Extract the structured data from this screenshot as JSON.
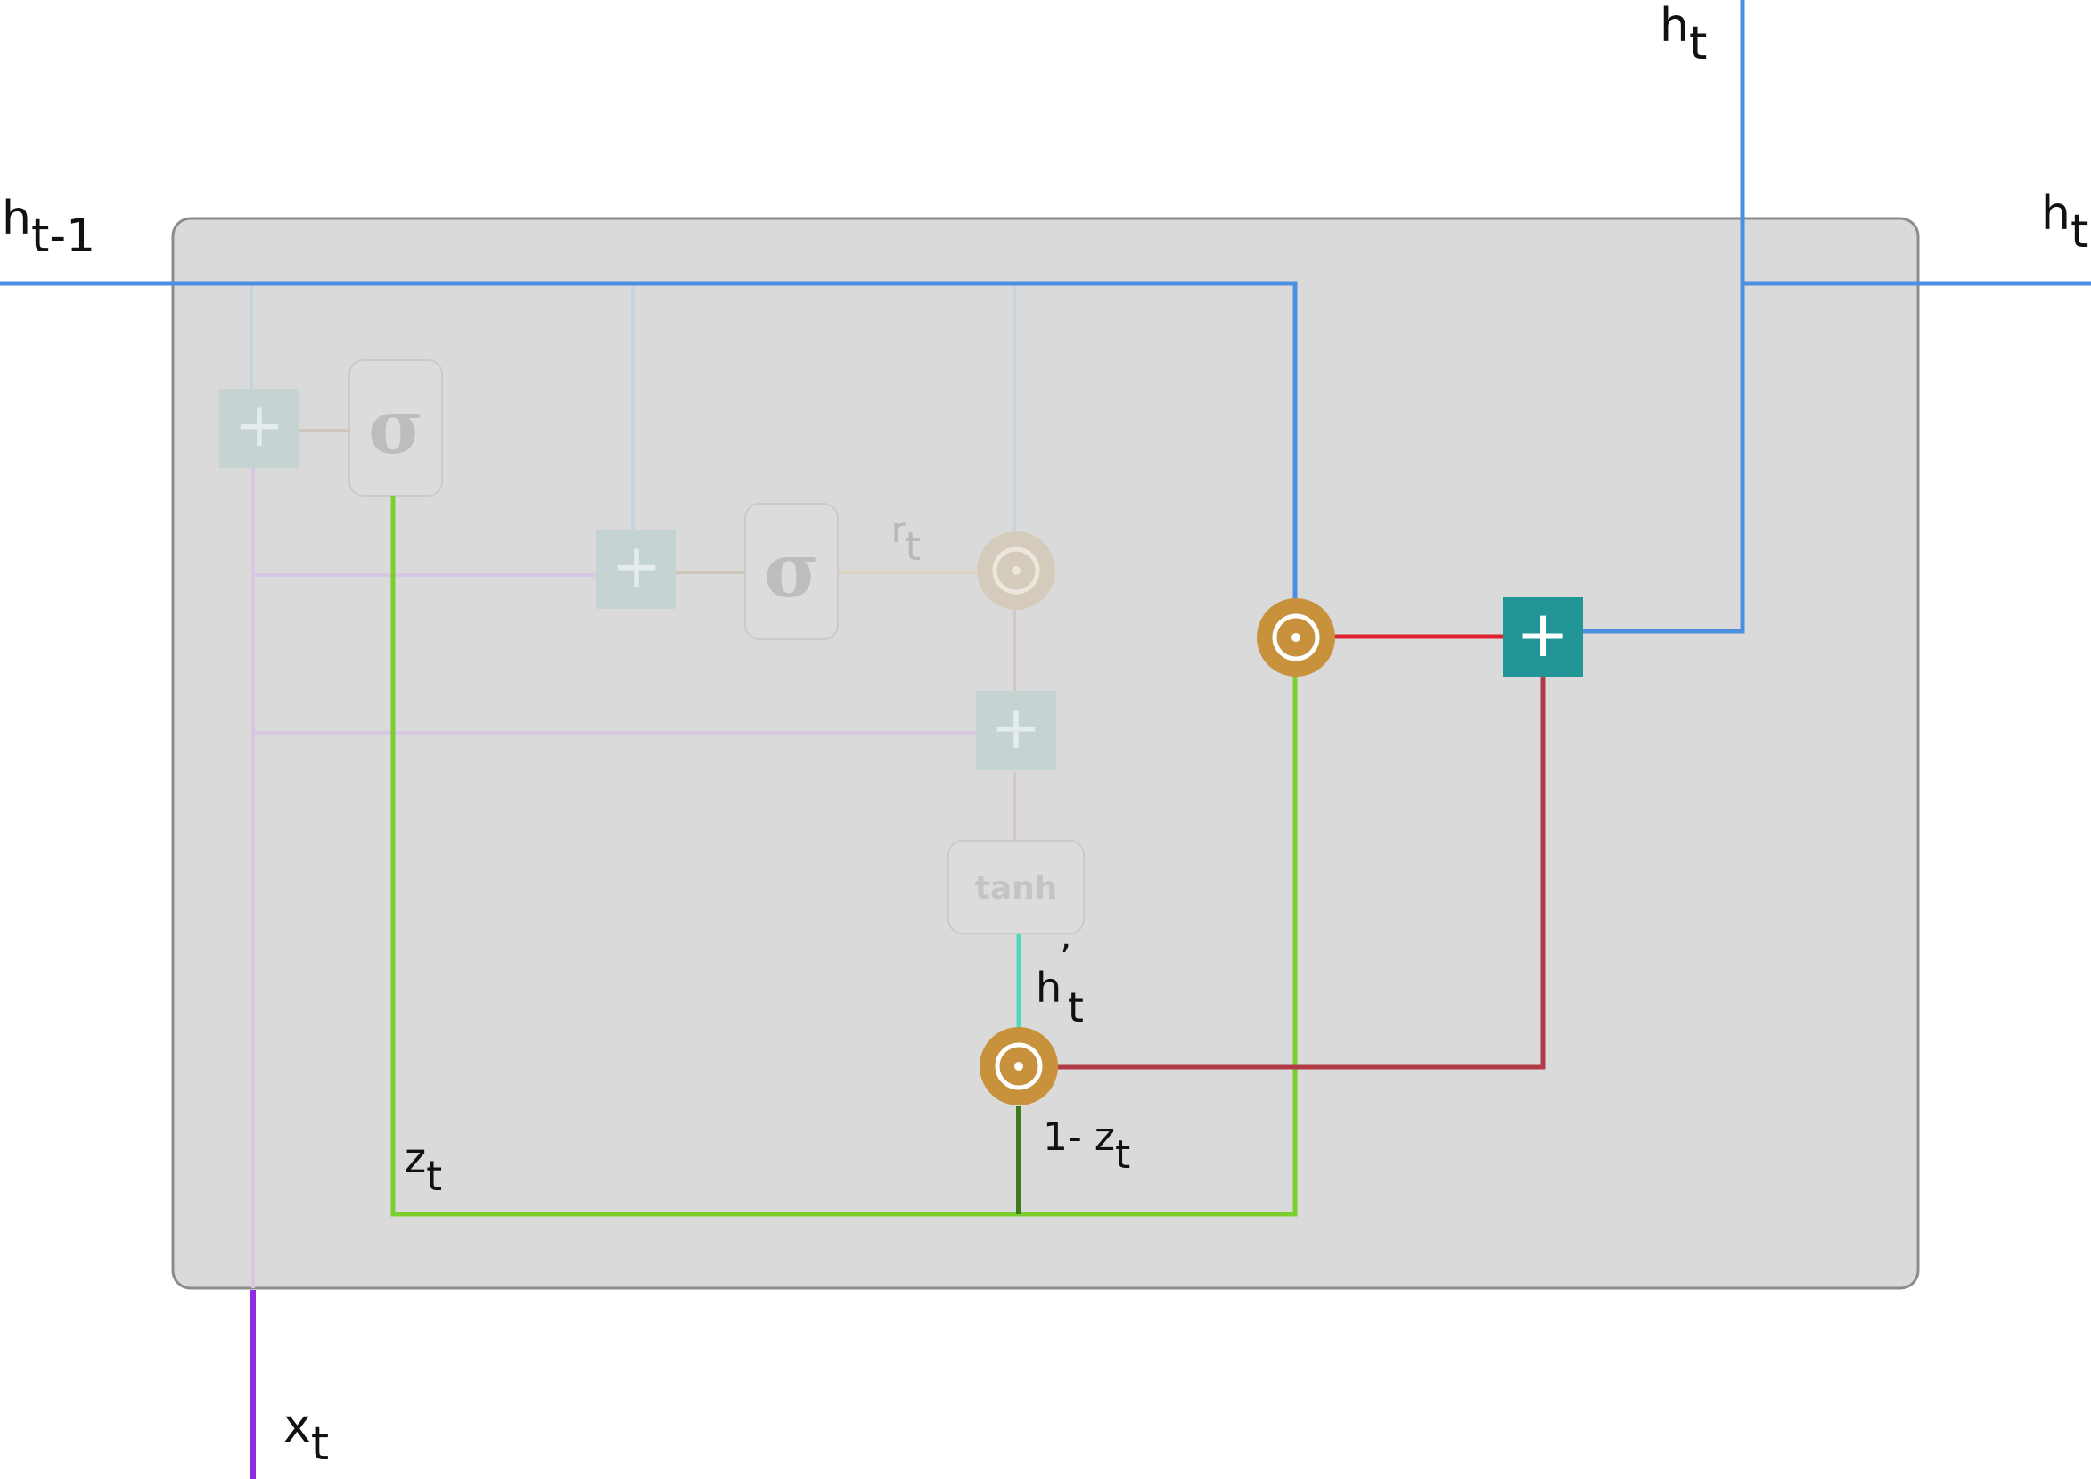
{
  "labels": {
    "h_prev": "h",
    "h_prev_sub": "t-1",
    "h_out_top": "h",
    "h_out_top_sub": "t",
    "h_out_right": "h",
    "h_out_right_sub": "t",
    "x_in": "x",
    "x_in_sub": "t",
    "z": "z",
    "z_sub": "t",
    "r": "r",
    "r_sub": "t",
    "h_cand": "h",
    "h_cand_prime": "’",
    "h_cand_sub": "t",
    "one_minus_prefix": "1-  z",
    "one_minus_sub": "t"
  },
  "nodes": {
    "sigma_1": "σ",
    "sigma_2": "σ",
    "tanh": "tanh",
    "plus": "+",
    "hadamard": "⊙"
  },
  "colors": {
    "cell_fill": "#dadada",
    "cell_border": "#8c8c8c",
    "hidden_state": "#4a8fe0",
    "input": "#8e2ae0",
    "update_gate": "#7ccd2e",
    "one_minus_z": "#3d7a18",
    "candidate": "#4fd9c0",
    "hadamard_to_plus": "#e0202f",
    "lower_to_plus": "#b23a48",
    "hadamard_node": "#c8913c",
    "plus_node": "#229696",
    "faded_line": "#cbbfd9"
  }
}
